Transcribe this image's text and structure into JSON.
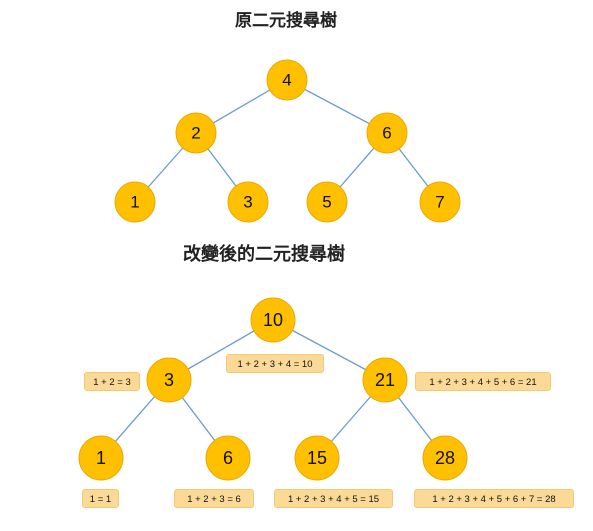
{
  "titles": {
    "original": "原二元搜尋樹",
    "transformed": "改變後的二元搜尋樹"
  },
  "colors": {
    "node_fill": "#FFC000",
    "edge": "#6A9BD1",
    "formula_bg": "#FBD997"
  },
  "original_tree": {
    "nodes": [
      "4",
      "2",
      "6",
      "1",
      "3",
      "5",
      "7"
    ],
    "edges": [
      [
        "4",
        "2"
      ],
      [
        "4",
        "6"
      ],
      [
        "2",
        "1"
      ],
      [
        "2",
        "3"
      ],
      [
        "6",
        "5"
      ],
      [
        "6",
        "7"
      ]
    ]
  },
  "transformed_tree": {
    "nodes": [
      "10",
      "3",
      "21",
      "1",
      "6",
      "15",
      "28"
    ],
    "edges": [
      [
        "10",
        "3"
      ],
      [
        "10",
        "21"
      ],
      [
        "3",
        "1"
      ],
      [
        "3",
        "6"
      ],
      [
        "21",
        "15"
      ],
      [
        "21",
        "28"
      ]
    ],
    "formulas": {
      "n10": "1 + 2 + 3 + 4 = 10",
      "n3": "1 + 2 = 3",
      "n21": "1 + 2 + 3 + 4 + 5 + 6 = 21",
      "n1": "1 = 1",
      "n6": "1 + 2 + 3 = 6",
      "n15": "1 + 2 + 3 + 4 + 5 = 15",
      "n28": "1 + 2 + 3 + 4 + 5 + 6 + 7 = 28"
    }
  }
}
